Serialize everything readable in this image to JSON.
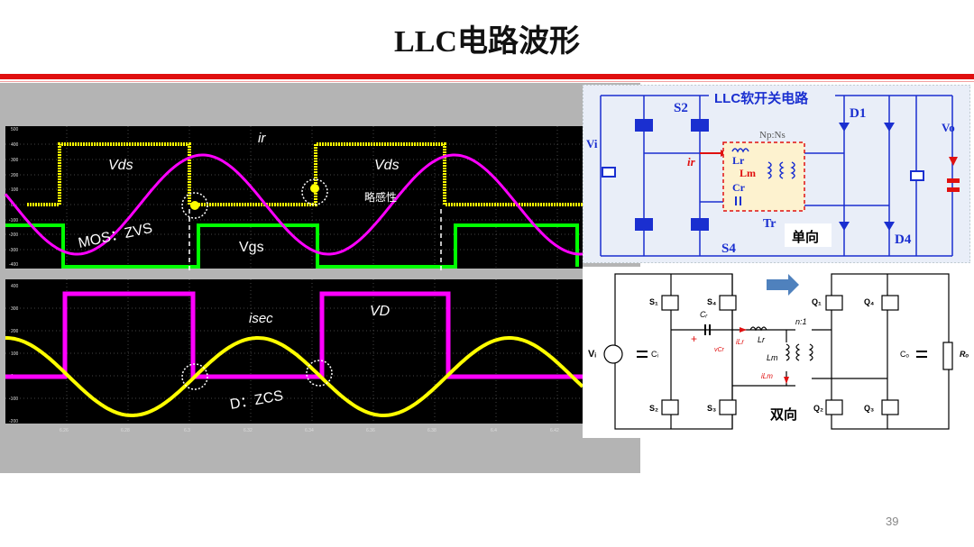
{
  "slide": {
    "title": "LLC电路波形",
    "page_number": "39"
  },
  "scope_top": {
    "y_ticks": [
      "500",
      "400",
      "300",
      "200",
      "100",
      "0",
      "-100",
      "-200",
      "-300",
      "-400"
    ],
    "labels": {
      "ir": "ir",
      "vds1": "Vds",
      "vds2": "Vds",
      "vgs": "Vgs",
      "mos_zvs": "MOS：ZVS",
      "inductive": "略感性"
    }
  },
  "scope_bottom": {
    "y_ticks": [
      "400",
      "300",
      "200",
      "100",
      "0",
      "-100",
      "-200"
    ],
    "x_ticks": [
      "6.26",
      "6.28",
      "6.3",
      "6.32",
      "6.34",
      "6.36",
      "6.38",
      "6.4",
      "6.42"
    ],
    "labels": {
      "isec": "isec",
      "vd": "VD",
      "d_zcs": "D：ZCS"
    }
  },
  "circuit_top": {
    "title": "LLC软开关电路",
    "labels": {
      "vi": "Vi",
      "vo": "Vo",
      "s2": "S2",
      "s4": "S4",
      "d1": "D1",
      "d4": "D4",
      "npns": "Np:Ns",
      "ir": "ir",
      "lr": "Lr",
      "lm": "Lm",
      "cr": "Cr",
      "tr": "Tr",
      "unidirectional": "单向"
    }
  },
  "circuit_bottom": {
    "labels": {
      "s1": "S₁",
      "s2": "S₂",
      "s3": "S₃",
      "s4": "S₄",
      "q1": "Q₁",
      "q2": "Q₂",
      "q3": "Q₃",
      "q4": "Q₄",
      "cr": "Cᵣ",
      "vcr": "vCr",
      "ilr": "iLr",
      "lr": "Lr",
      "lm": "Lm",
      "ilm": "iLm",
      "n1": "n:1",
      "vi": "Vᵢ",
      "ci": "Cᵢ",
      "co": "Cₒ",
      "ro": "Rₒ",
      "bidirectional": "双向",
      "plus": "+"
    }
  },
  "colors": {
    "accent_red": "#e01010",
    "scope_bg": "#000000",
    "magenta": "#ff00ff",
    "yellow": "#ffff00",
    "green": "#00ff00",
    "circuit_blue": "#1a2fd0"
  }
}
